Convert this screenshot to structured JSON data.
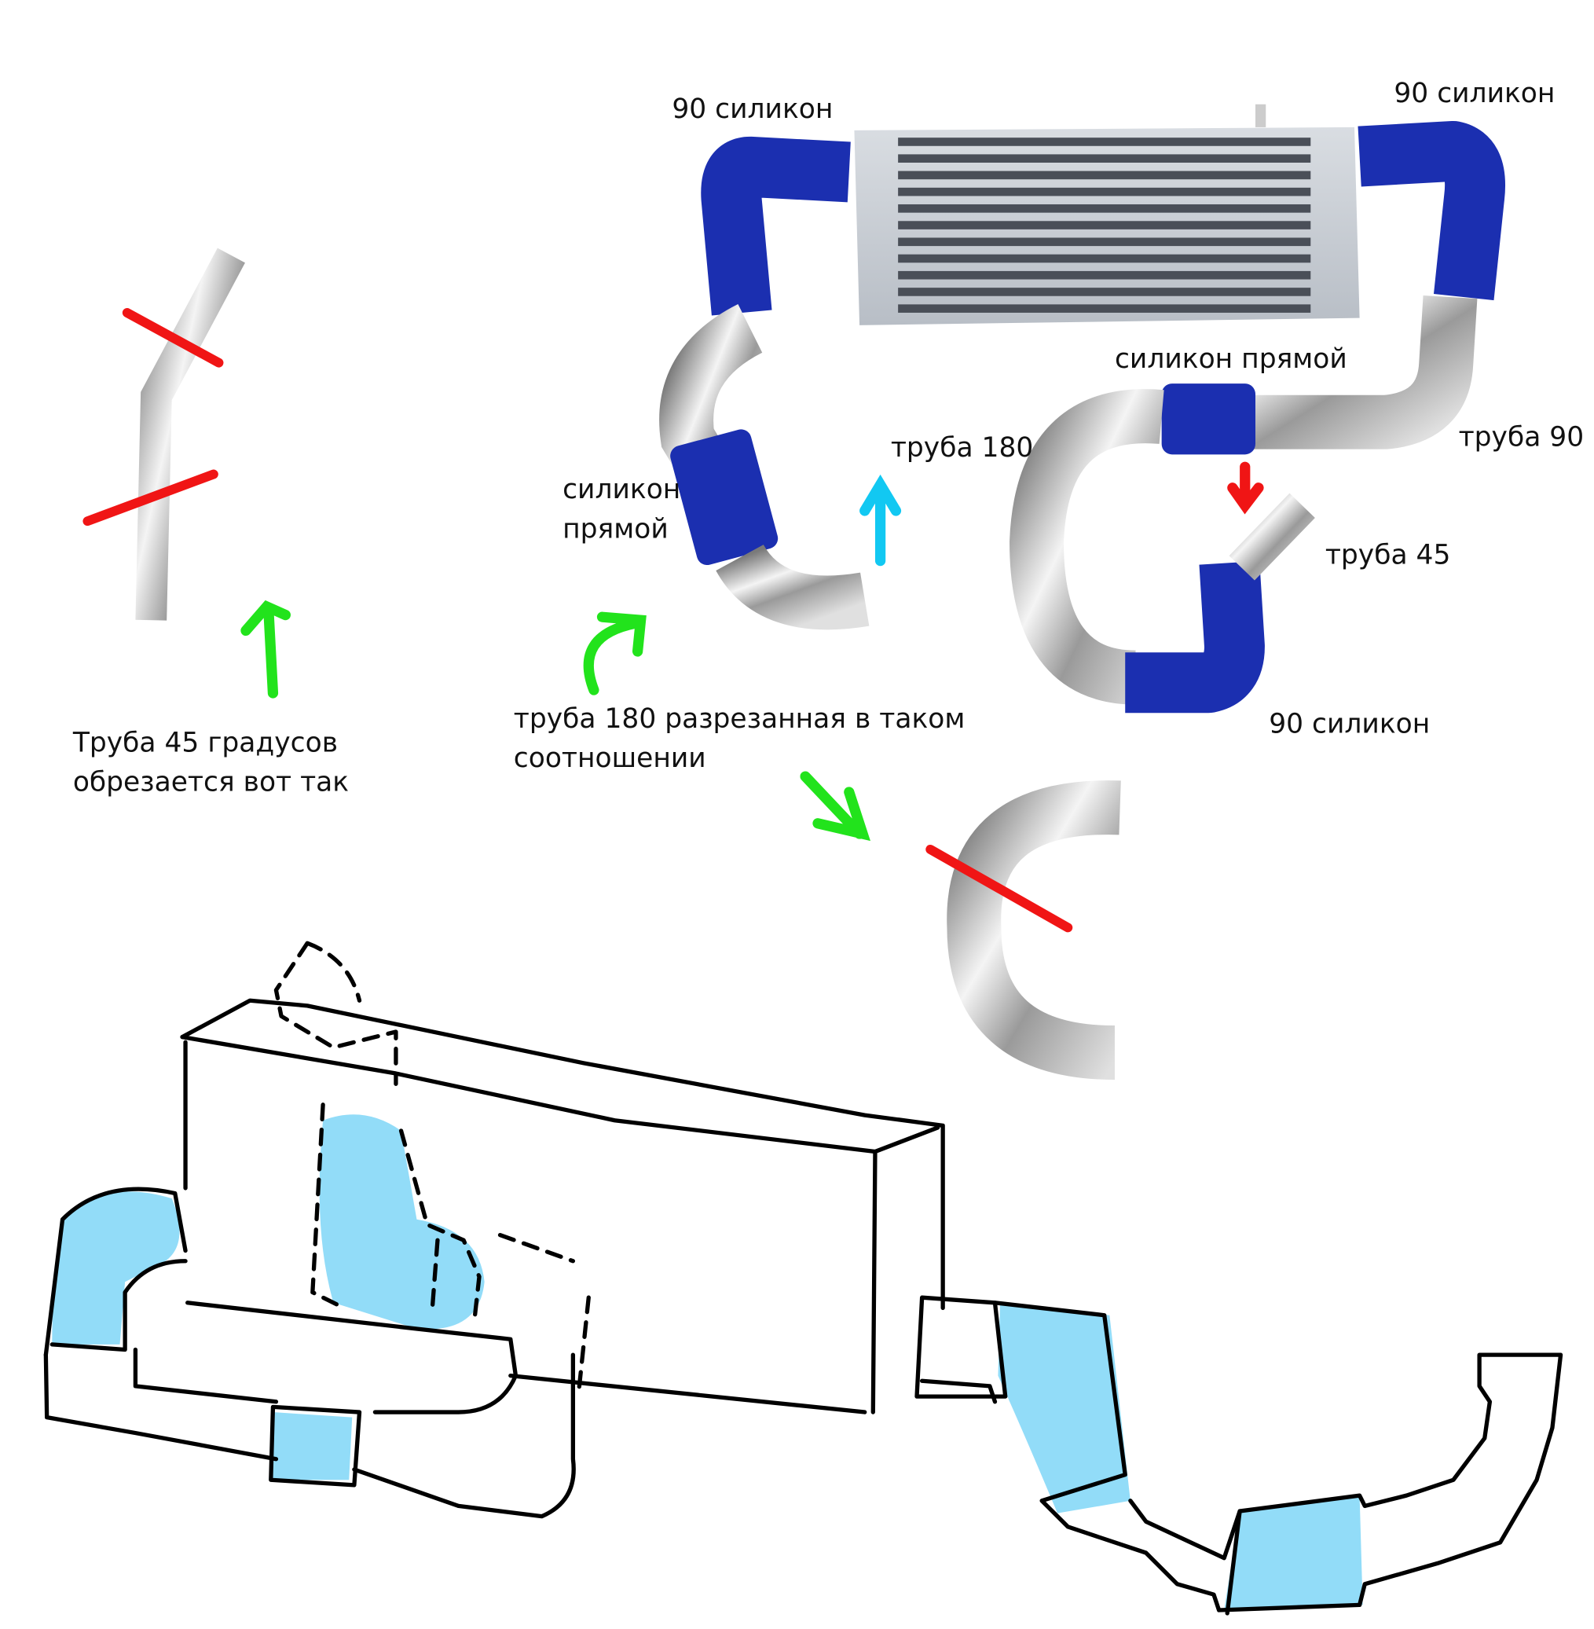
{
  "labels": {
    "silicone90_top_left": "90 силикон",
    "silicone90_top_right": "90 силикон",
    "silicone_straight_right": "силикон прямой",
    "pipe90": "труба 90",
    "pipe180": "труба 180",
    "silicone_straight_left_line1": "силикон",
    "silicone_straight_left_line2": "прямой",
    "pipe45": "труба 45",
    "silicone90_bottom": "90 силикон",
    "pipe45_note_line1": "Труба 45 градусов",
    "pipe45_note_line2": "обрезается вот так",
    "pipe180_note_line1": "труба 180 разрезанная в таком",
    "pipe180_note_line2": "соотношении"
  },
  "colors": {
    "silicone": "#1b2fb0",
    "cut_mark": "#f01515",
    "arrow_green": "#22e31c",
    "arrow_cyan": "#12c8f2",
    "sketch_highlight": "#7fd6f7"
  }
}
